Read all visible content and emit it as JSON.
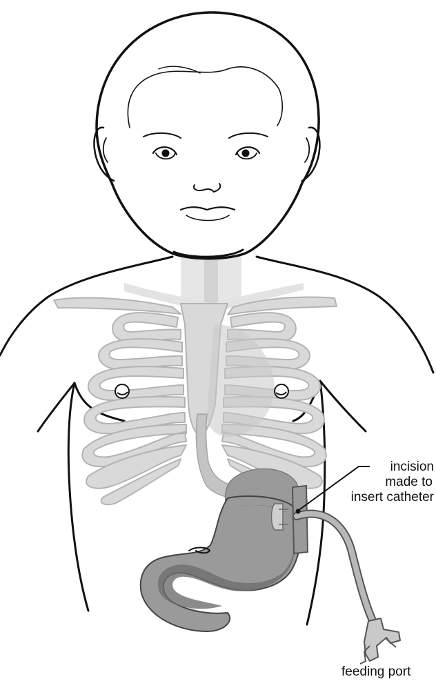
{
  "labels": {
    "incision": [
      "incision",
      "made to",
      "insert catheter"
    ],
    "feeding_port": "feeding port"
  },
  "colors": {
    "outline": "#111111",
    "skeleton_fill": "#d9d9d9",
    "skeleton_stroke": "#b3b3b3",
    "stomach_fill": "#9a9a9a",
    "stomach_inner": "#6e6e6e",
    "esophagus": "#c4c4c4",
    "catheter": "#b8b8b8"
  },
  "icons": [
    "child-outline",
    "rib-cage",
    "stomach",
    "feeding-tube"
  ]
}
